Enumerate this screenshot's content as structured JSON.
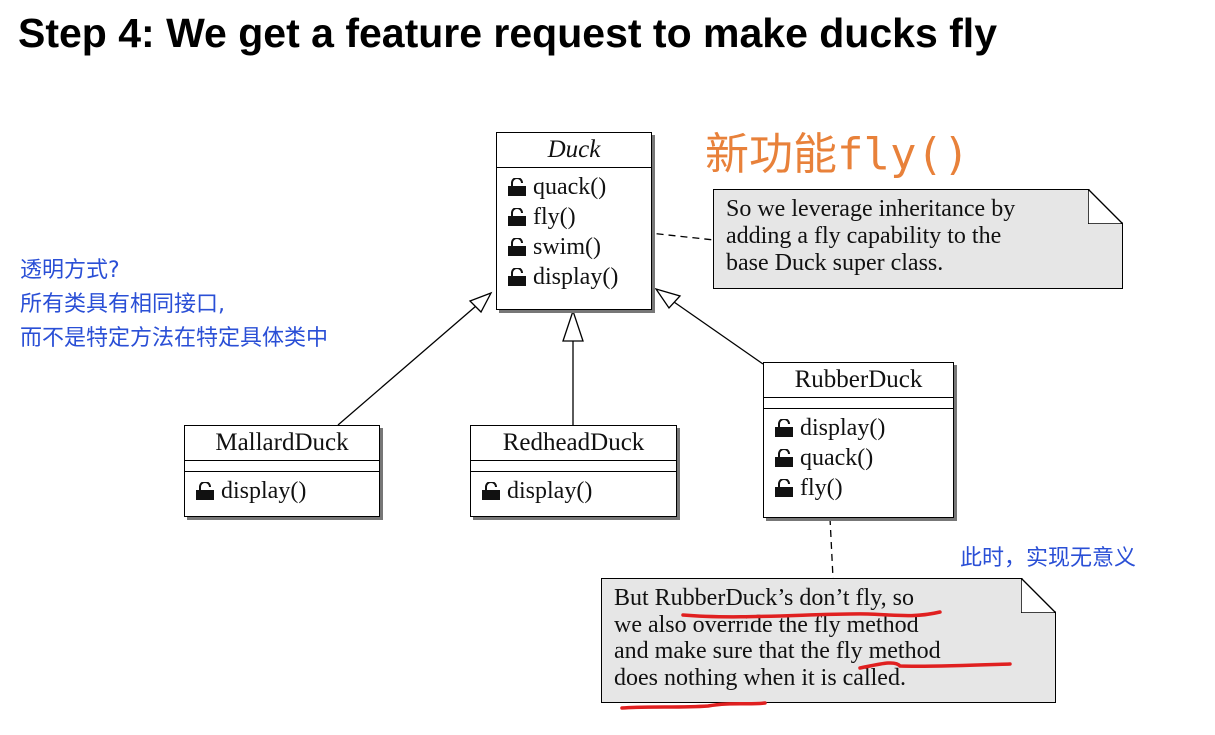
{
  "title": "Step 4: We get a feature request to make ducks fly",
  "annotation_new_feature": "新功能fly()",
  "annotation_transparent": [
    "透明方式?",
    "所有类具有相同接口,",
    "而不是特定方法在特定具体类中"
  ],
  "annotation_meaningless": "此时，实现无意义",
  "classes": {
    "duck": {
      "name": "Duck",
      "methods": [
        "quack()",
        "fly()",
        "swim()",
        "display()"
      ]
    },
    "mallard": {
      "name": "MallardDuck",
      "methods": [
        "display()"
      ]
    },
    "redhead": {
      "name": "RedheadDuck",
      "methods": [
        "display()"
      ]
    },
    "rubber": {
      "name": "RubberDuck",
      "methods": [
        "display()",
        "quack()",
        "fly()"
      ]
    }
  },
  "notes": {
    "inheritance": [
      "So we leverage inheritance by",
      "adding a fly capability to the",
      "base Duck super class."
    ],
    "rubber": [
      "But RubberDuck’s don’t fly, so",
      "we also override the fly method",
      "and make sure that the fly method",
      "does nothing when it is called."
    ]
  },
  "colors": {
    "orange": "#e8813a",
    "blue": "#2a4fd6",
    "highlight_red": "#e02020"
  }
}
